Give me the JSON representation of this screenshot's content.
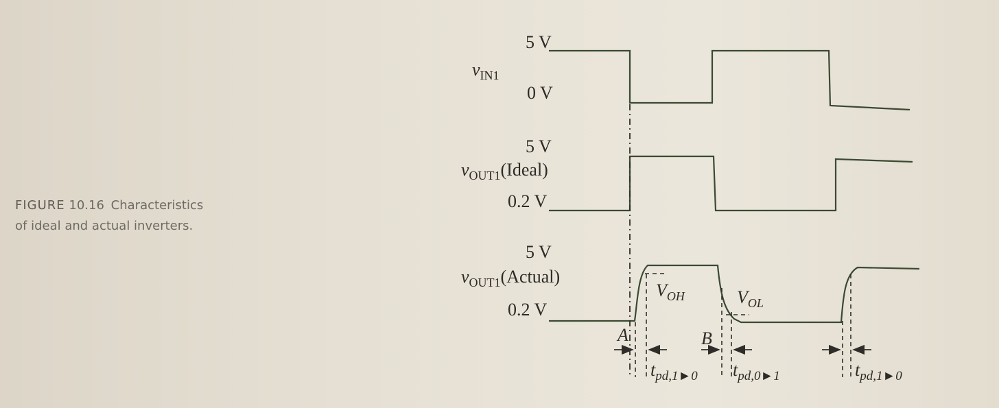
{
  "caption": {
    "figure_label": "FIGURE",
    "figure_number": "10.16",
    "text_line1": "Characteristics",
    "text_line2": "of ideal and actual inverters."
  },
  "diagram": {
    "vin": {
      "high": "5 V",
      "low": "0 V",
      "name": "v",
      "sub": "IN1"
    },
    "vout_ideal": {
      "high": "5 V",
      "low": "0.2 V",
      "name": "v",
      "sub": "OUT1",
      "suffix": "(Ideal)"
    },
    "vout_actual": {
      "high": "5 V",
      "low": "0.2 V",
      "name": "v",
      "sub": "OUT1",
      "suffix": "(Actual)"
    },
    "voh": {
      "main": "V",
      "sub": "OH"
    },
    "vol": {
      "main": "V",
      "sub": "OL"
    },
    "point_a": "A",
    "point_b": "B",
    "tpd1": {
      "t": "t",
      "sub": "pd,1►0"
    },
    "tpd2": {
      "t": "t",
      "sub": "pd,0►1"
    },
    "tpd3": {
      "t": "t",
      "sub": "pd,1►0"
    }
  },
  "colors": {
    "waveform": "#3a4a32",
    "text": "#2d2b27",
    "caption": "#6e6a62"
  }
}
